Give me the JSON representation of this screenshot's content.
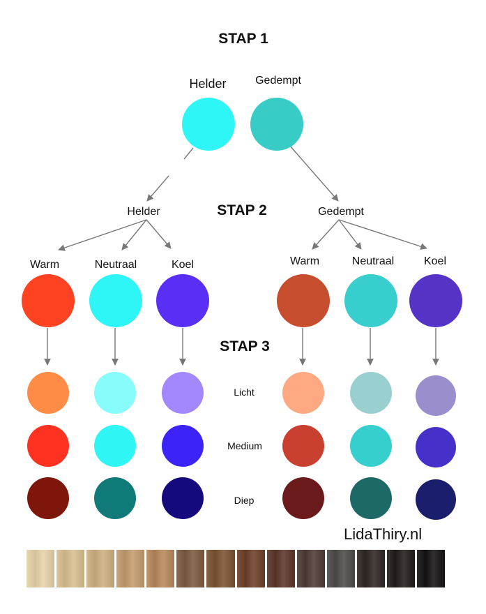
{
  "steps": {
    "step1": "STAP 1",
    "step2": "STAP 2",
    "step3": "STAP 3"
  },
  "step1": {
    "helder": {
      "label": "Helder",
      "color": "#2ff6f6"
    },
    "gedempt": {
      "label": "Gedempt",
      "color": "#37cdc6"
    }
  },
  "step2": {
    "helder_label": "Helder",
    "gedempt_label": "Gedempt"
  },
  "undertones": {
    "helder": [
      {
        "label": "Warm",
        "color": "#fe4222"
      },
      {
        "label": "Neutraal",
        "color": "#2ff6f6"
      },
      {
        "label": "Koel",
        "color": "#5a2ff5"
      }
    ],
    "gedempt": [
      {
        "label": "Warm",
        "color": "#c74d2f"
      },
      {
        "label": "Neutraal",
        "color": "#37cecd"
      },
      {
        "label": "Koel",
        "color": "#5533c6"
      }
    ]
  },
  "depth_labels": [
    "Licht",
    "Medium",
    "Diep"
  ],
  "shades": {
    "helder": {
      "warm": [
        "#fe8c46",
        "#ff3120",
        "#7e160b"
      ],
      "neutraal": [
        "#88fbfb",
        "#2ff5f5",
        "#0f7a78"
      ],
      "koel": [
        "#a387fd",
        "#3c24f8",
        "#140a7e"
      ]
    },
    "gedempt": {
      "warm": [
        "#fea982",
        "#ca4030",
        "#6a1a1a"
      ],
      "neutraal": [
        "#99cfcf",
        "#37cfcd",
        "#1c6966"
      ],
      "koel": [
        "#9a8fcc",
        "#4531ca",
        "#1b1e6d"
      ]
    }
  },
  "brand": "LidaThiry.nl",
  "hair_swatches": [
    "#e6d3a9",
    "#d9bf8f",
    "#cdb080",
    "#c49b6d",
    "#b8885a",
    "#7c5a40",
    "#7a5232",
    "#6d3f27",
    "#5c3428",
    "#4e3a34",
    "#4d4b48",
    "#2f2623",
    "#221c1a",
    "#141212"
  ],
  "colors": {
    "arrow": "#777777",
    "text": "#111111"
  }
}
